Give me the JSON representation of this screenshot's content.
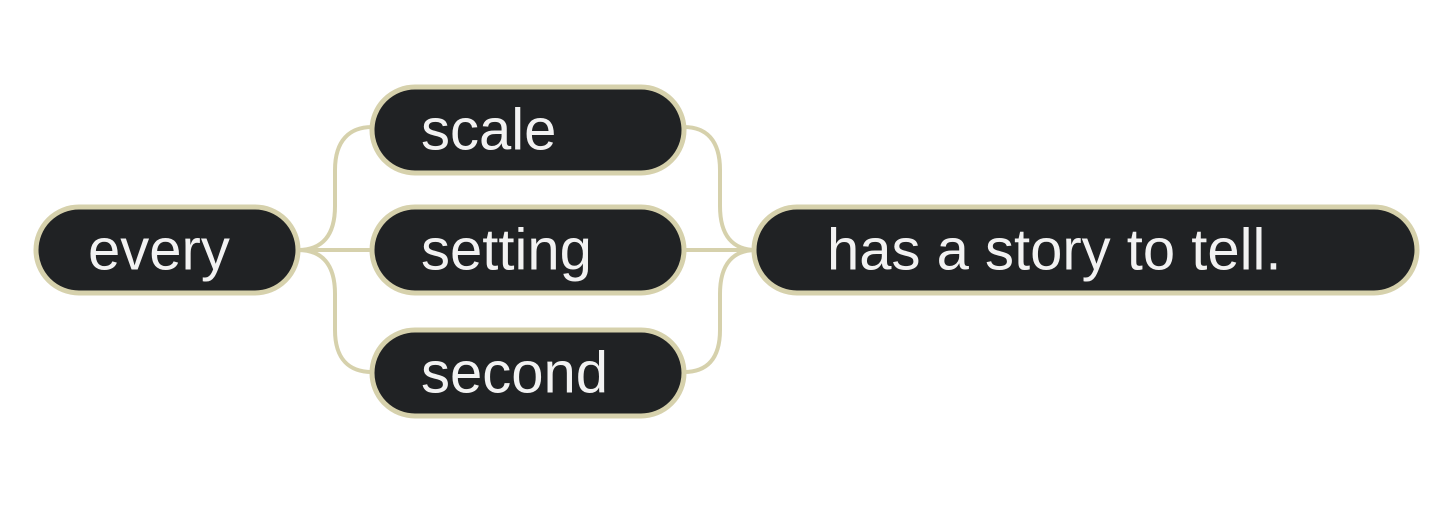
{
  "colors": {
    "node_fill": "#202224",
    "node_border": "#d6d1ac",
    "connector": "#d6d1ac",
    "text": "#f2f2f2",
    "background": "#ffffff"
  },
  "nodes": {
    "start": {
      "label": "every"
    },
    "options": [
      {
        "label": "scale"
      },
      {
        "label": "setting"
      },
      {
        "label": "second"
      }
    ],
    "end": {
      "label": "has a story to tell."
    }
  }
}
